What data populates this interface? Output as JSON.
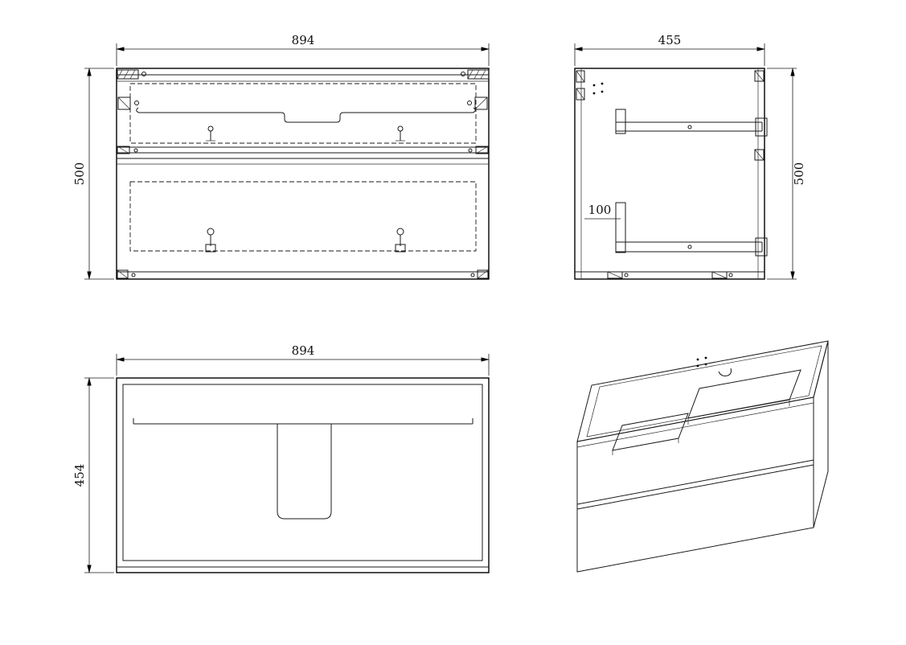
{
  "page": {
    "background": "#ffffff",
    "line_color": "#000000"
  },
  "views": {
    "front": {
      "width_label": "894",
      "height_label": "500"
    },
    "side": {
      "width_label": "455",
      "height_label": "500",
      "offset_label": "100"
    },
    "plan": {
      "width_label": "894",
      "depth_label": "454"
    }
  }
}
